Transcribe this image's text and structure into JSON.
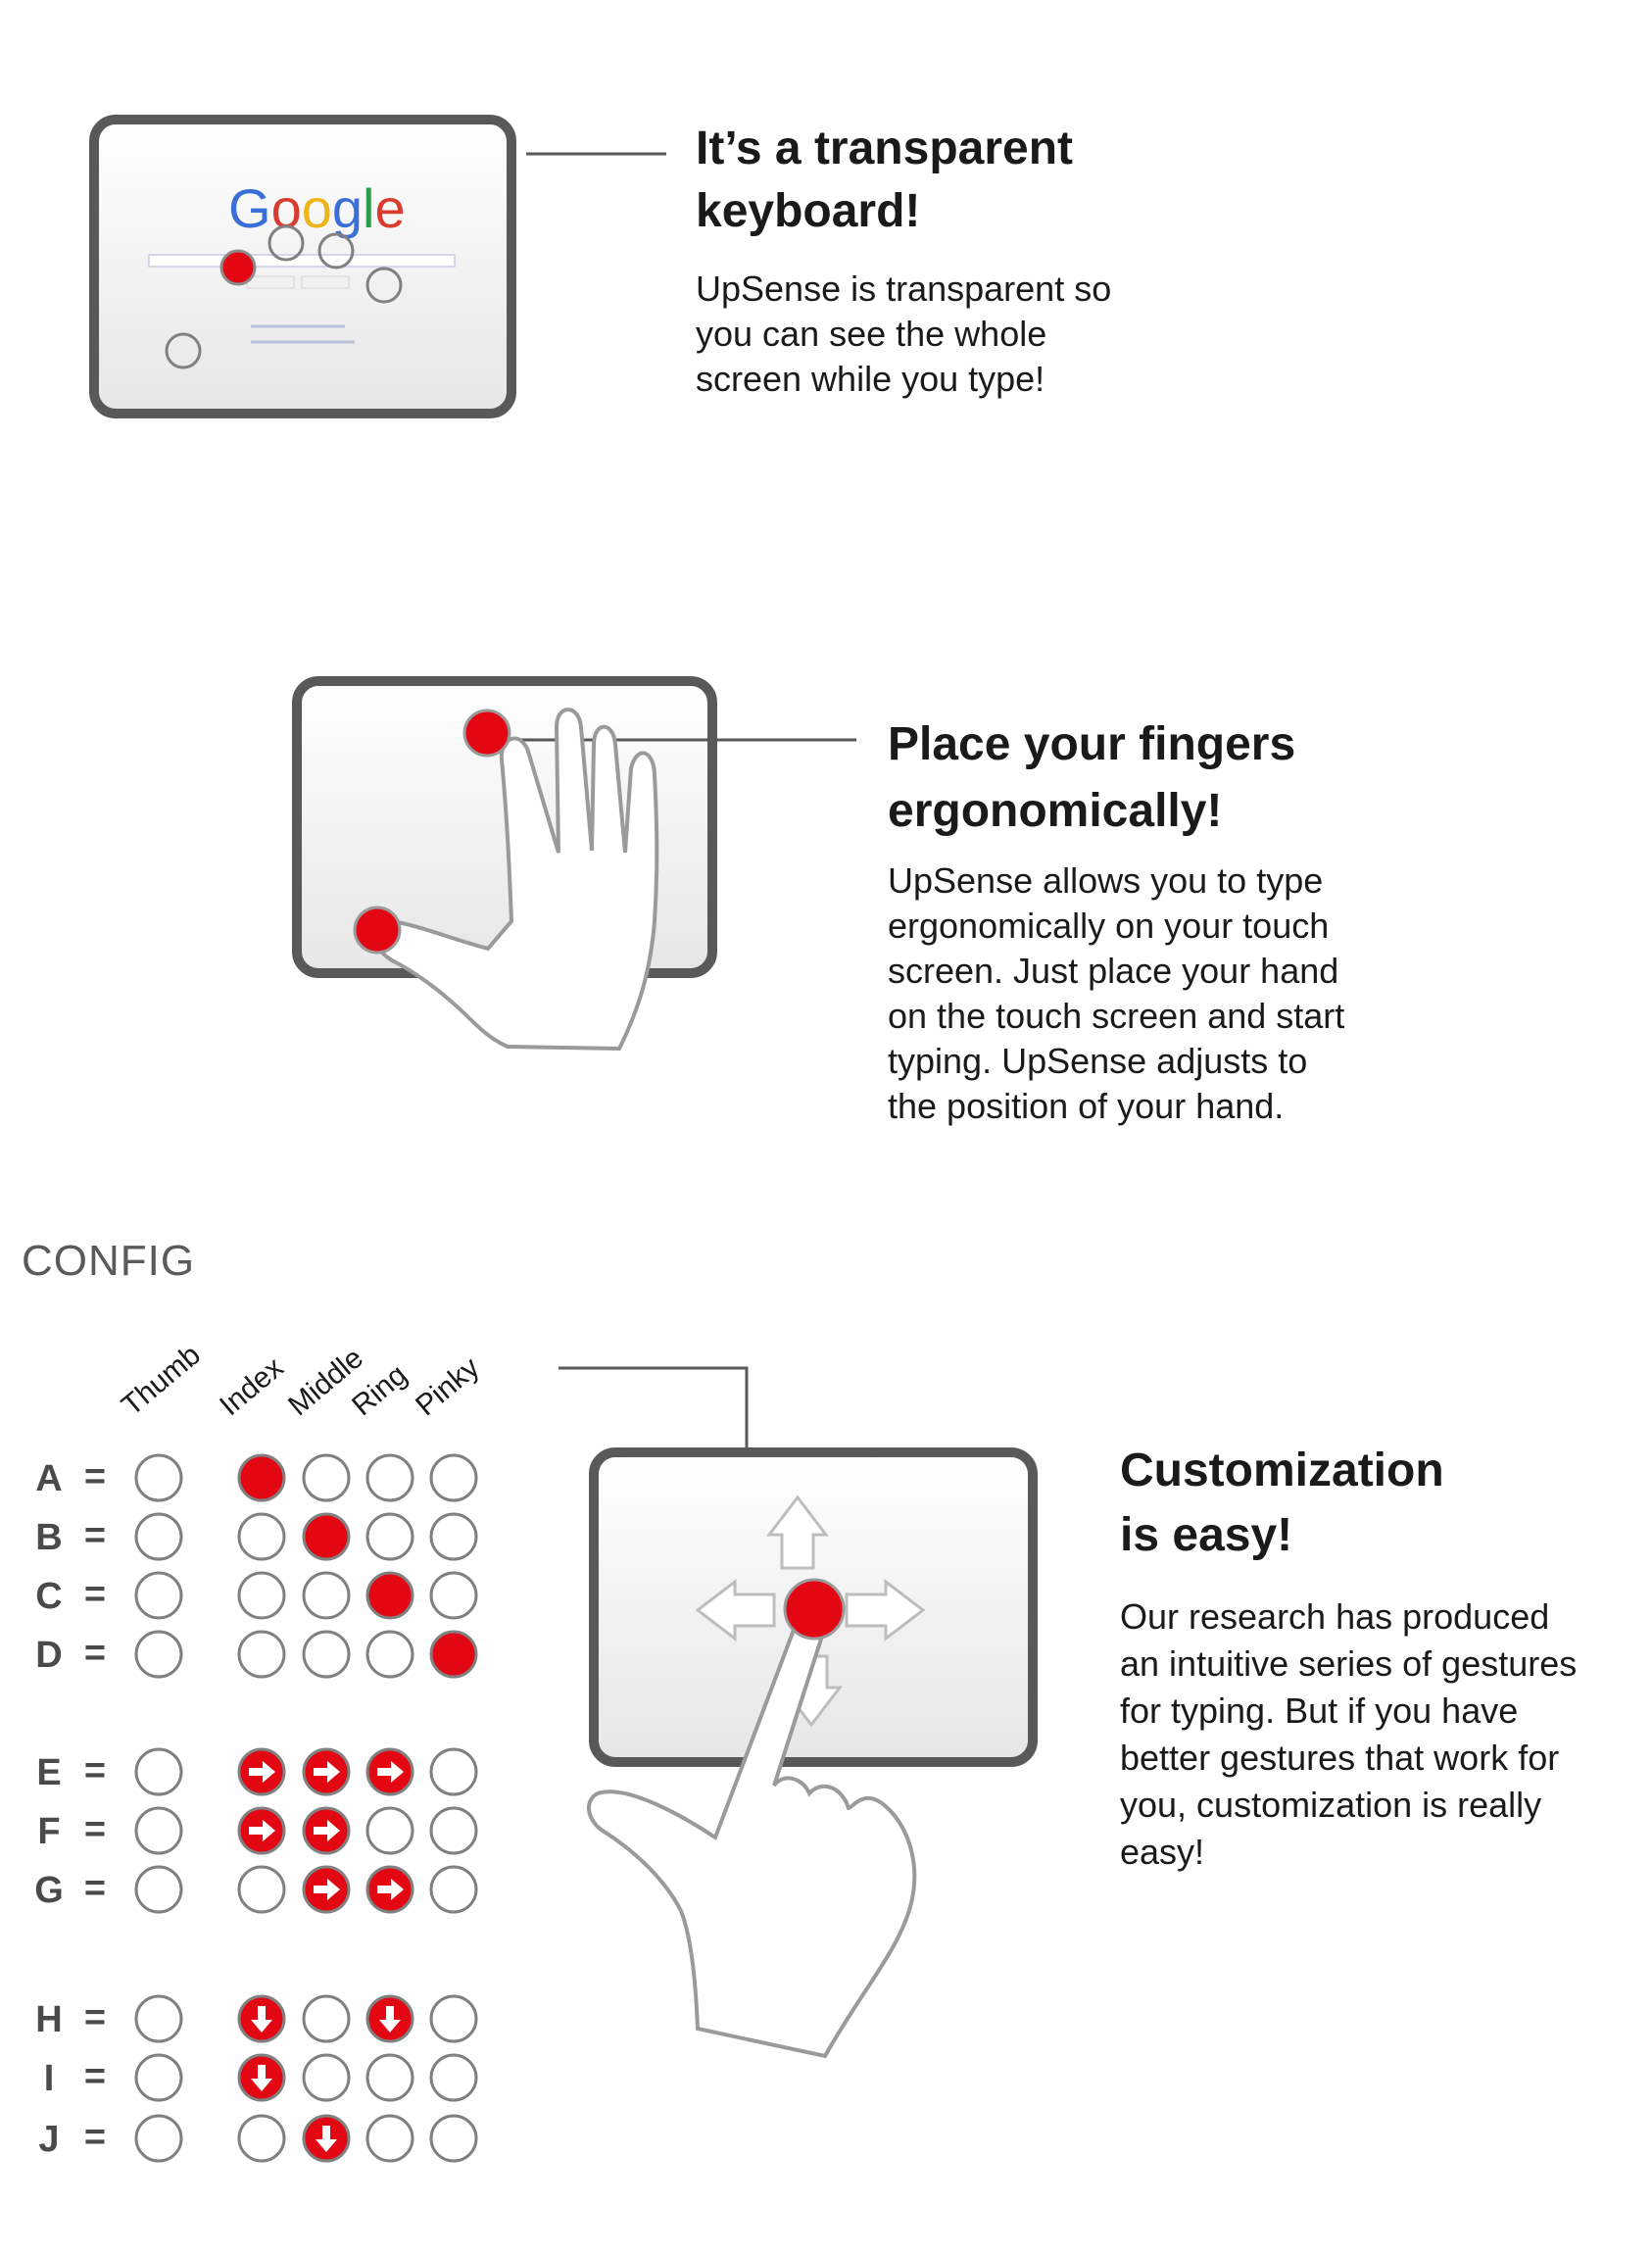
{
  "sections": [
    {
      "id": "transparent",
      "title_lines": [
        "It’s a transparent",
        "keyboard!"
      ],
      "body_lines": [
        "UpSense is transparent so",
        "you can see the whole",
        "screen while you type!"
      ]
    },
    {
      "id": "ergonomic",
      "title_lines": [
        "Place your fingers",
        "ergonomically!"
      ],
      "body_lines": [
        "UpSense allows you to type",
        "ergonomically on your touch",
        "screen. Just place your hand",
        "on the touch screen and start",
        "typing. UpSense adjusts to",
        "the position of your hand."
      ]
    },
    {
      "id": "customization",
      "title_lines": [
        "Customization",
        "is easy!"
      ],
      "body_lines": [
        "Our research has produced",
        "an intuitive series of gestures",
        "for typing. But if you have",
        "better gestures that work for",
        "you, customization is really",
        "easy!"
      ]
    }
  ],
  "google_logo": "Google",
  "config": {
    "heading": "CONFIG",
    "equals": "=",
    "fingers": [
      "Thumb",
      "Index",
      "Middle",
      "Ring",
      "Pinky"
    ],
    "rows": [
      {
        "letter": "A",
        "states": [
          "empty",
          "filled",
          "empty",
          "empty",
          "empty"
        ]
      },
      {
        "letter": "B",
        "states": [
          "empty",
          "empty",
          "filled",
          "empty",
          "empty"
        ]
      },
      {
        "letter": "C",
        "states": [
          "empty",
          "empty",
          "empty",
          "filled",
          "empty"
        ]
      },
      {
        "letter": "D",
        "states": [
          "empty",
          "empty",
          "empty",
          "empty",
          "filled"
        ]
      },
      {
        "letter": "E",
        "states": [
          "empty",
          "right",
          "right",
          "right",
          "empty"
        ]
      },
      {
        "letter": "F",
        "states": [
          "empty",
          "right",
          "right",
          "empty",
          "empty"
        ]
      },
      {
        "letter": "G",
        "states": [
          "empty",
          "empty",
          "right",
          "right",
          "empty"
        ]
      },
      {
        "letter": "H",
        "states": [
          "empty",
          "down",
          "empty",
          "down",
          "empty"
        ]
      },
      {
        "letter": "I",
        "states": [
          "empty",
          "down",
          "empty",
          "empty",
          "empty"
        ]
      },
      {
        "letter": "J",
        "states": [
          "empty",
          "empty",
          "down",
          "empty",
          "empty"
        ]
      }
    ]
  },
  "colors": {
    "accent_red": "#e30613",
    "tablet_frame": "#595959",
    "circle_outline": "#808080",
    "text": "#1a1a1a"
  }
}
